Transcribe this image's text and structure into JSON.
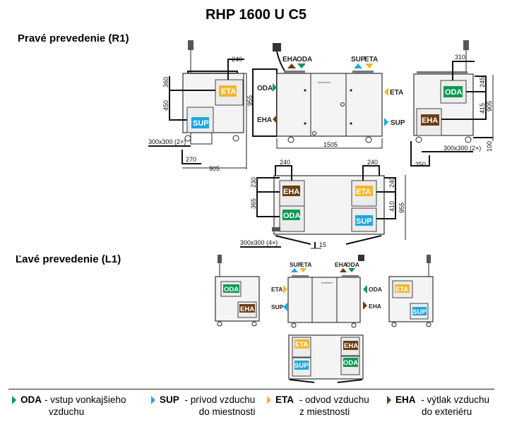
{
  "title": "RHP 1600 U C5",
  "sections": {
    "right": "Pravé prevedenie (R1)",
    "left": "Ľavé prevedenie (L1)"
  },
  "labels": {
    "oda": "ODA",
    "sup": "SUP",
    "eta": "ETA",
    "eha": "EHA"
  },
  "colors": {
    "oda": "#0b9a52",
    "sup": "#1ea7df",
    "eta": "#f7b62b",
    "eha": "#6a3e12"
  },
  "brand_mark": "komfovent",
  "dimensions": {
    "r1_side_left": {
      "top_width": "240",
      "upper": "360",
      "middle": "450",
      "duct": "300x300 (2×)",
      "offset": "270",
      "depth": "905"
    },
    "r1_front": {
      "height": "955",
      "length": "1505"
    },
    "r1_side_right": {
      "top_width": "310",
      "upper": "245",
      "middle": "415",
      "depth": "905",
      "duct": "300x300 (2×)",
      "base": "100",
      "offset": "250"
    },
    "r1_bottom": {
      "left_width": "240",
      "right_width": "240",
      "left_upper": "230",
      "left_middle": "365",
      "right_upper": "240",
      "right_middle": "410",
      "height": "955",
      "duct": "300x300 (4×)",
      "gap": "15"
    }
  },
  "legend": [
    {
      "code": "ODA",
      "text": "- vstup vonkajšieho",
      "text2": "vzduchu",
      "color": "#0b9a52"
    },
    {
      "code": "SUP",
      "text": " - prívod vzduchu",
      "text2": "do miestnosti",
      "color": "#1ea7df"
    },
    {
      "code": "ETA",
      "text": " - odvod vzduchu",
      "text2": "z miestnosti",
      "color": "#f7b62b"
    },
    {
      "code": "EHA",
      "text": " - výtlak vzduchu",
      "text2": "do exteriéru",
      "color": "#6a3e12"
    }
  ]
}
